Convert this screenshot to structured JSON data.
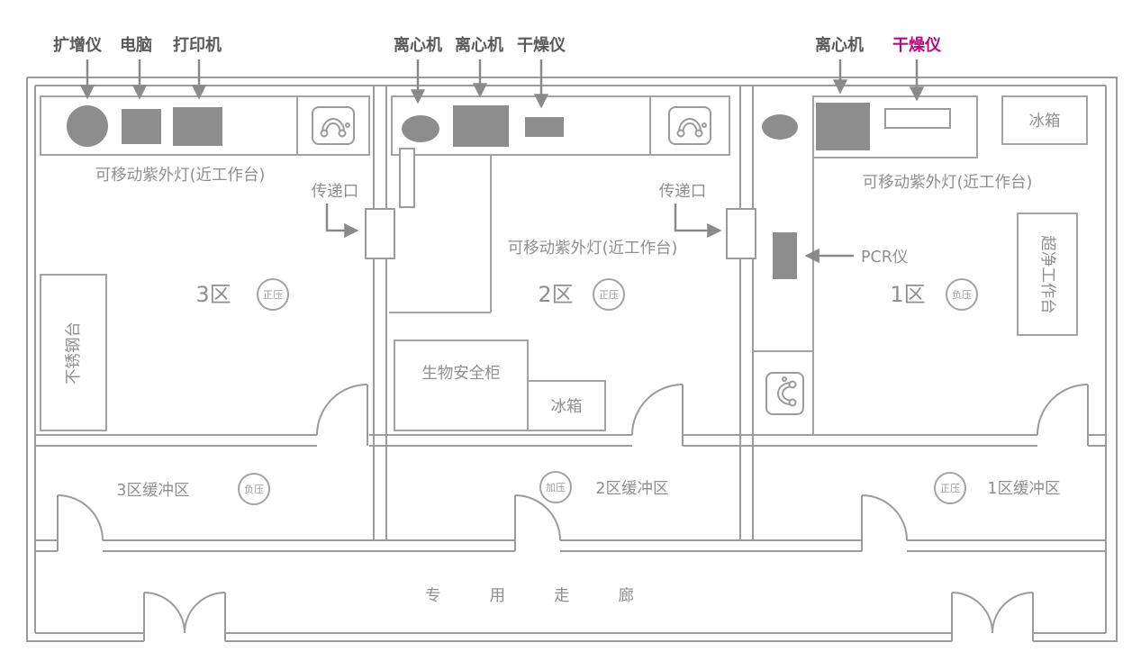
{
  "zones": {
    "zone3": {
      "label": "3区",
      "pressure_badge": "正压",
      "uv_note": "可移动紫外灯(近工作台)",
      "equipment_labels": [
        "扩增仪",
        "电脑",
        "打印机"
      ],
      "stainless_table_label": "不锈钢台"
    },
    "zone2": {
      "label": "2区",
      "pressure_badge": "正压",
      "uv_note": "可移动紫外灯(近工作台)",
      "equipment_labels": [
        "离心机",
        "离心机",
        "干燥仪"
      ],
      "biosafety_cabinet_label": "生物安全柜",
      "fridge_label": "冰箱"
    },
    "zone1": {
      "label": "1区",
      "pressure_badge": "负压",
      "uv_note": "可移动紫外灯(近工作台)",
      "equipment_labels": [
        "离心机",
        "干燥仪"
      ],
      "pcr_label": "PCR仪",
      "fridge_label": "冰箱",
      "clean_bench_label": "超净工作台"
    }
  },
  "buffer_zones": {
    "buffer3": {
      "label": "3区缓冲区",
      "pressure_badge": "负压"
    },
    "buffer2": {
      "label": "2区缓冲区",
      "pressure_badge": "加压"
    },
    "buffer1": {
      "label": "1区缓冲区",
      "pressure_badge": "正压"
    }
  },
  "corridor": {
    "label": "专用走廊"
  },
  "pass_window": {
    "label": "传递口"
  },
  "colors": {
    "wall": "#9b9b9b",
    "equipment_fill": "#8d8d8d",
    "text": "#8f8f8f",
    "callout_text": "#595959",
    "highlight_text": "#c0087e"
  }
}
